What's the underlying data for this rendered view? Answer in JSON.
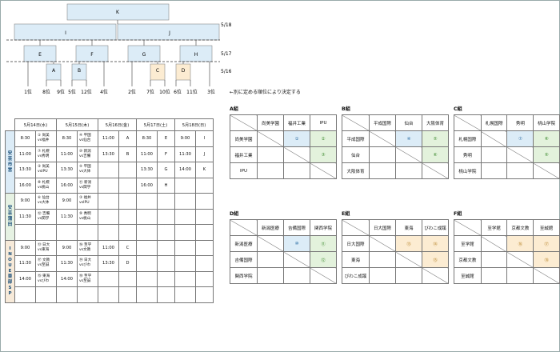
{
  "bracket": {
    "final": "K",
    "semis": [
      "I",
      "J"
    ],
    "quarters": [
      "E",
      "F",
      "G",
      "H"
    ],
    "r1": [
      "A",
      "B",
      "C",
      "D"
    ],
    "dates": [
      "5/18",
      "5/17",
      "5/16"
    ],
    "places": [
      "1位",
      "8位",
      "9位",
      "5位",
      "12位",
      "4位",
      "2位",
      "7位",
      "10位",
      "6位",
      "11位",
      "3位"
    ],
    "note": "←別に定める順位により決定する"
  },
  "schedule": {
    "headers": [
      "5月14日(水)",
      "5月15日(木)",
      "5月16日(金)",
      "5月17日(土)",
      "5月18日(日)"
    ],
    "venues": [
      {
        "name": "安芸市営",
        "rows": [
          [
            "8:30",
            "① 尚美 vs福井",
            "8:30",
            "④ 平国 vs仙台",
            "11:00",
            "A",
            "8:30",
            "E",
            "9:00",
            "I"
          ],
          [
            "11:00",
            "⑦ 札幌 vs秀明",
            "11:00",
            "⑩ 新潟 vs吉備",
            "13:30",
            "B",
            "11:00",
            "F",
            "11:30",
            "J"
          ],
          [
            "13:30",
            "② 尚美 vsIPU",
            "13:30",
            "⑤ 平国 vs大体",
            "",
            "",
            "13:30",
            "G",
            "14:00",
            "K"
          ],
          [
            "16:00",
            "⑧ 札幌 vs桃山",
            "16:00",
            "⑪ 新潟 vs関学",
            "",
            "",
            "16:00",
            "H",
            "",
            ""
          ]
        ]
      },
      {
        "name": "安芸蒲田",
        "rows": [
          [
            "9:00",
            "⑥ 仙台 vs大体",
            "9:00",
            "③ 福井 vsIPU",
            "",
            "",
            "",
            "",
            "",
            ""
          ],
          [
            "11:30",
            "⑫ 吉備 vs関学",
            "11:30",
            "⑨ 秀明 vs桃山",
            "",
            "",
            "",
            "",
            "",
            ""
          ],
          [
            "",
            "",
            "",
            "",
            "",
            "",
            "",
            "",
            "",
            ""
          ]
        ]
      },
      {
        "name": "INOUE東部SP",
        "rows": [
          [
            "9:00",
            "⑬ 日大 vs東海",
            "9:00",
            "⑯ 至学 vs文教",
            "11:00",
            "C",
            "",
            "",
            "",
            ""
          ],
          [
            "11:30",
            "⑰ 文教 vs至誠",
            "11:30",
            "⑭ 日大 vsびわ",
            "13:30",
            "D",
            "",
            "",
            "",
            ""
          ],
          [
            "14:00",
            "⑮ 東海 vsびわ",
            "14:00",
            "⑱ 至学 vs至誠",
            "",
            "",
            "",
            "",
            "",
            ""
          ],
          [
            "",
            "",
            "",
            "",
            "",
            "",
            "",
            "",
            "",
            ""
          ]
        ]
      }
    ]
  },
  "groups": [
    {
      "title": "A組",
      "teams": [
        "尚美学園",
        "福井工業",
        "IPU"
      ],
      "cells": [
        [
          "",
          "①",
          "②"
        ],
        [
          "",
          "",
          "③"
        ]
      ]
    },
    {
      "title": "B組",
      "teams": [
        "平成国際",
        "仙台",
        "大阪体育"
      ],
      "cells": [
        [
          "",
          "④",
          "⑤"
        ],
        [
          "",
          "",
          "⑥"
        ]
      ]
    },
    {
      "title": "C組",
      "teams": [
        "札幌国際",
        "秀明",
        "桃山学院"
      ],
      "cells": [
        [
          "",
          "⑦",
          "⑧"
        ],
        [
          "",
          "",
          "⑨"
        ]
      ]
    },
    {
      "title": "D組",
      "teams": [
        "新潟医療",
        "吉備国際",
        "関西学院"
      ],
      "cells": [
        [
          "",
          "⑩",
          "⑪"
        ],
        [
          "",
          "",
          "⑫"
        ]
      ]
    },
    {
      "title": "E組",
      "teams": [
        "日大国際",
        "東海",
        "びわこ成蹊"
      ],
      "cells": [
        [
          "",
          "⑬",
          "⑭"
        ],
        [
          "",
          "",
          "⑮"
        ]
      ]
    },
    {
      "title": "F組",
      "teams": [
        "至学館",
        "京都文教",
        "至誠館"
      ],
      "cells": [
        [
          "",
          "⑯",
          "⑰"
        ],
        [
          "",
          "",
          "⑱"
        ]
      ]
    }
  ],
  "colors": {
    "blue": "#dcecf7",
    "green": "#e3f2dc",
    "orange": "#fcecd2"
  }
}
